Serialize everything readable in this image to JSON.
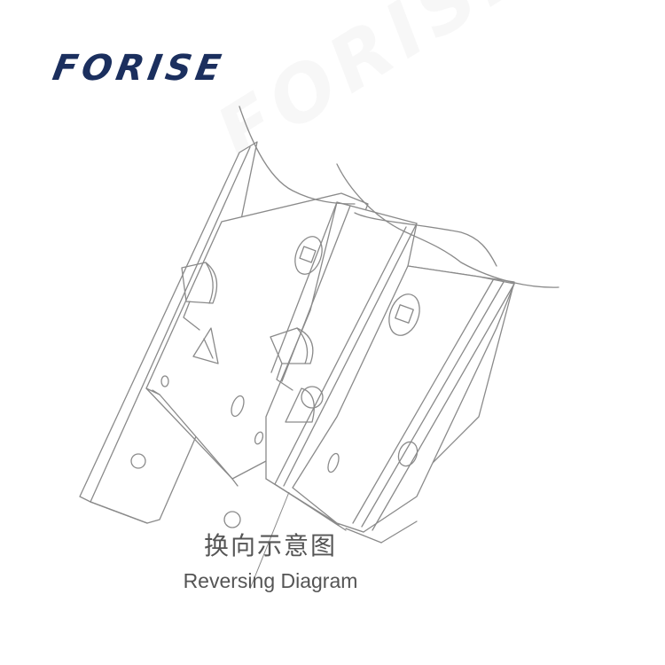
{
  "brand": {
    "logo_text": "FORISE",
    "watermark_text": "FORISE"
  },
  "caption": {
    "chinese": "换向示意图",
    "english": "Reversing Diagram"
  },
  "colors": {
    "brand": "#1b2f5e",
    "line": "#8a8a8a",
    "text": "#555555",
    "watermark": "#888888"
  },
  "icons": [
    "mortise-lock-reversing-drawing"
  ]
}
